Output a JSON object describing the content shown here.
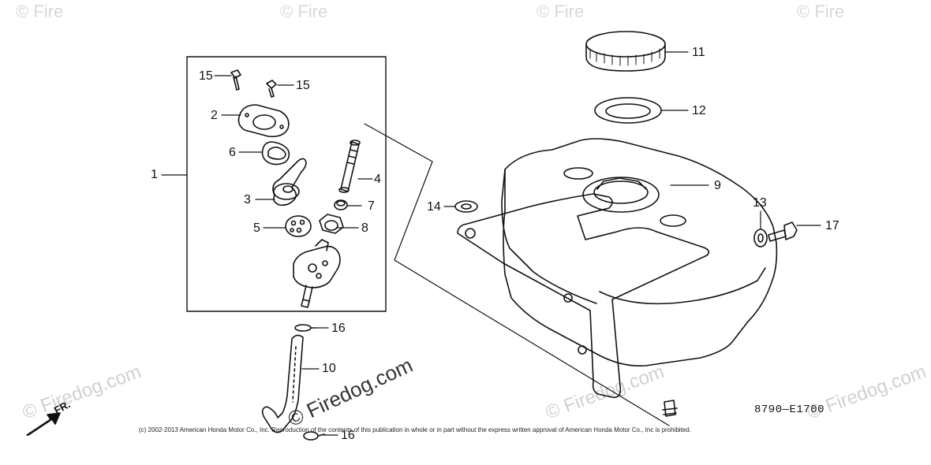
{
  "diagram": {
    "drawing_code": "8790—E1700",
    "copyright": "(c) 2002-2013 American Honda Motor Co., Inc. Reproduction of the contents of this publication in whole or in part without the express written approval of American Honda Motor Co., Inc is prohibited.",
    "direction_label": "FR.",
    "watermarks": {
      "main": "© Firedog.com",
      "side": "© Firedog.com",
      "top": "© Fire"
    },
    "callouts": [
      {
        "id": "c1",
        "label": "1"
      },
      {
        "id": "c2",
        "label": "2"
      },
      {
        "id": "c3",
        "label": "3"
      },
      {
        "id": "c4",
        "label": "4"
      },
      {
        "id": "c5",
        "label": "5"
      },
      {
        "id": "c6",
        "label": "6"
      },
      {
        "id": "c7",
        "label": "7"
      },
      {
        "id": "c8",
        "label": "8"
      },
      {
        "id": "c9",
        "label": "9"
      },
      {
        "id": "c10",
        "label": "10"
      },
      {
        "id": "c11",
        "label": "11"
      },
      {
        "id": "c12",
        "label": "12"
      },
      {
        "id": "c13",
        "label": "13"
      },
      {
        "id": "c14",
        "label": "14"
      },
      {
        "id": "c15a",
        "label": "15"
      },
      {
        "id": "c15b",
        "label": "15"
      },
      {
        "id": "c16a",
        "label": "16"
      },
      {
        "id": "c16b",
        "label": "16"
      },
      {
        "id": "c17",
        "label": "17"
      }
    ]
  }
}
